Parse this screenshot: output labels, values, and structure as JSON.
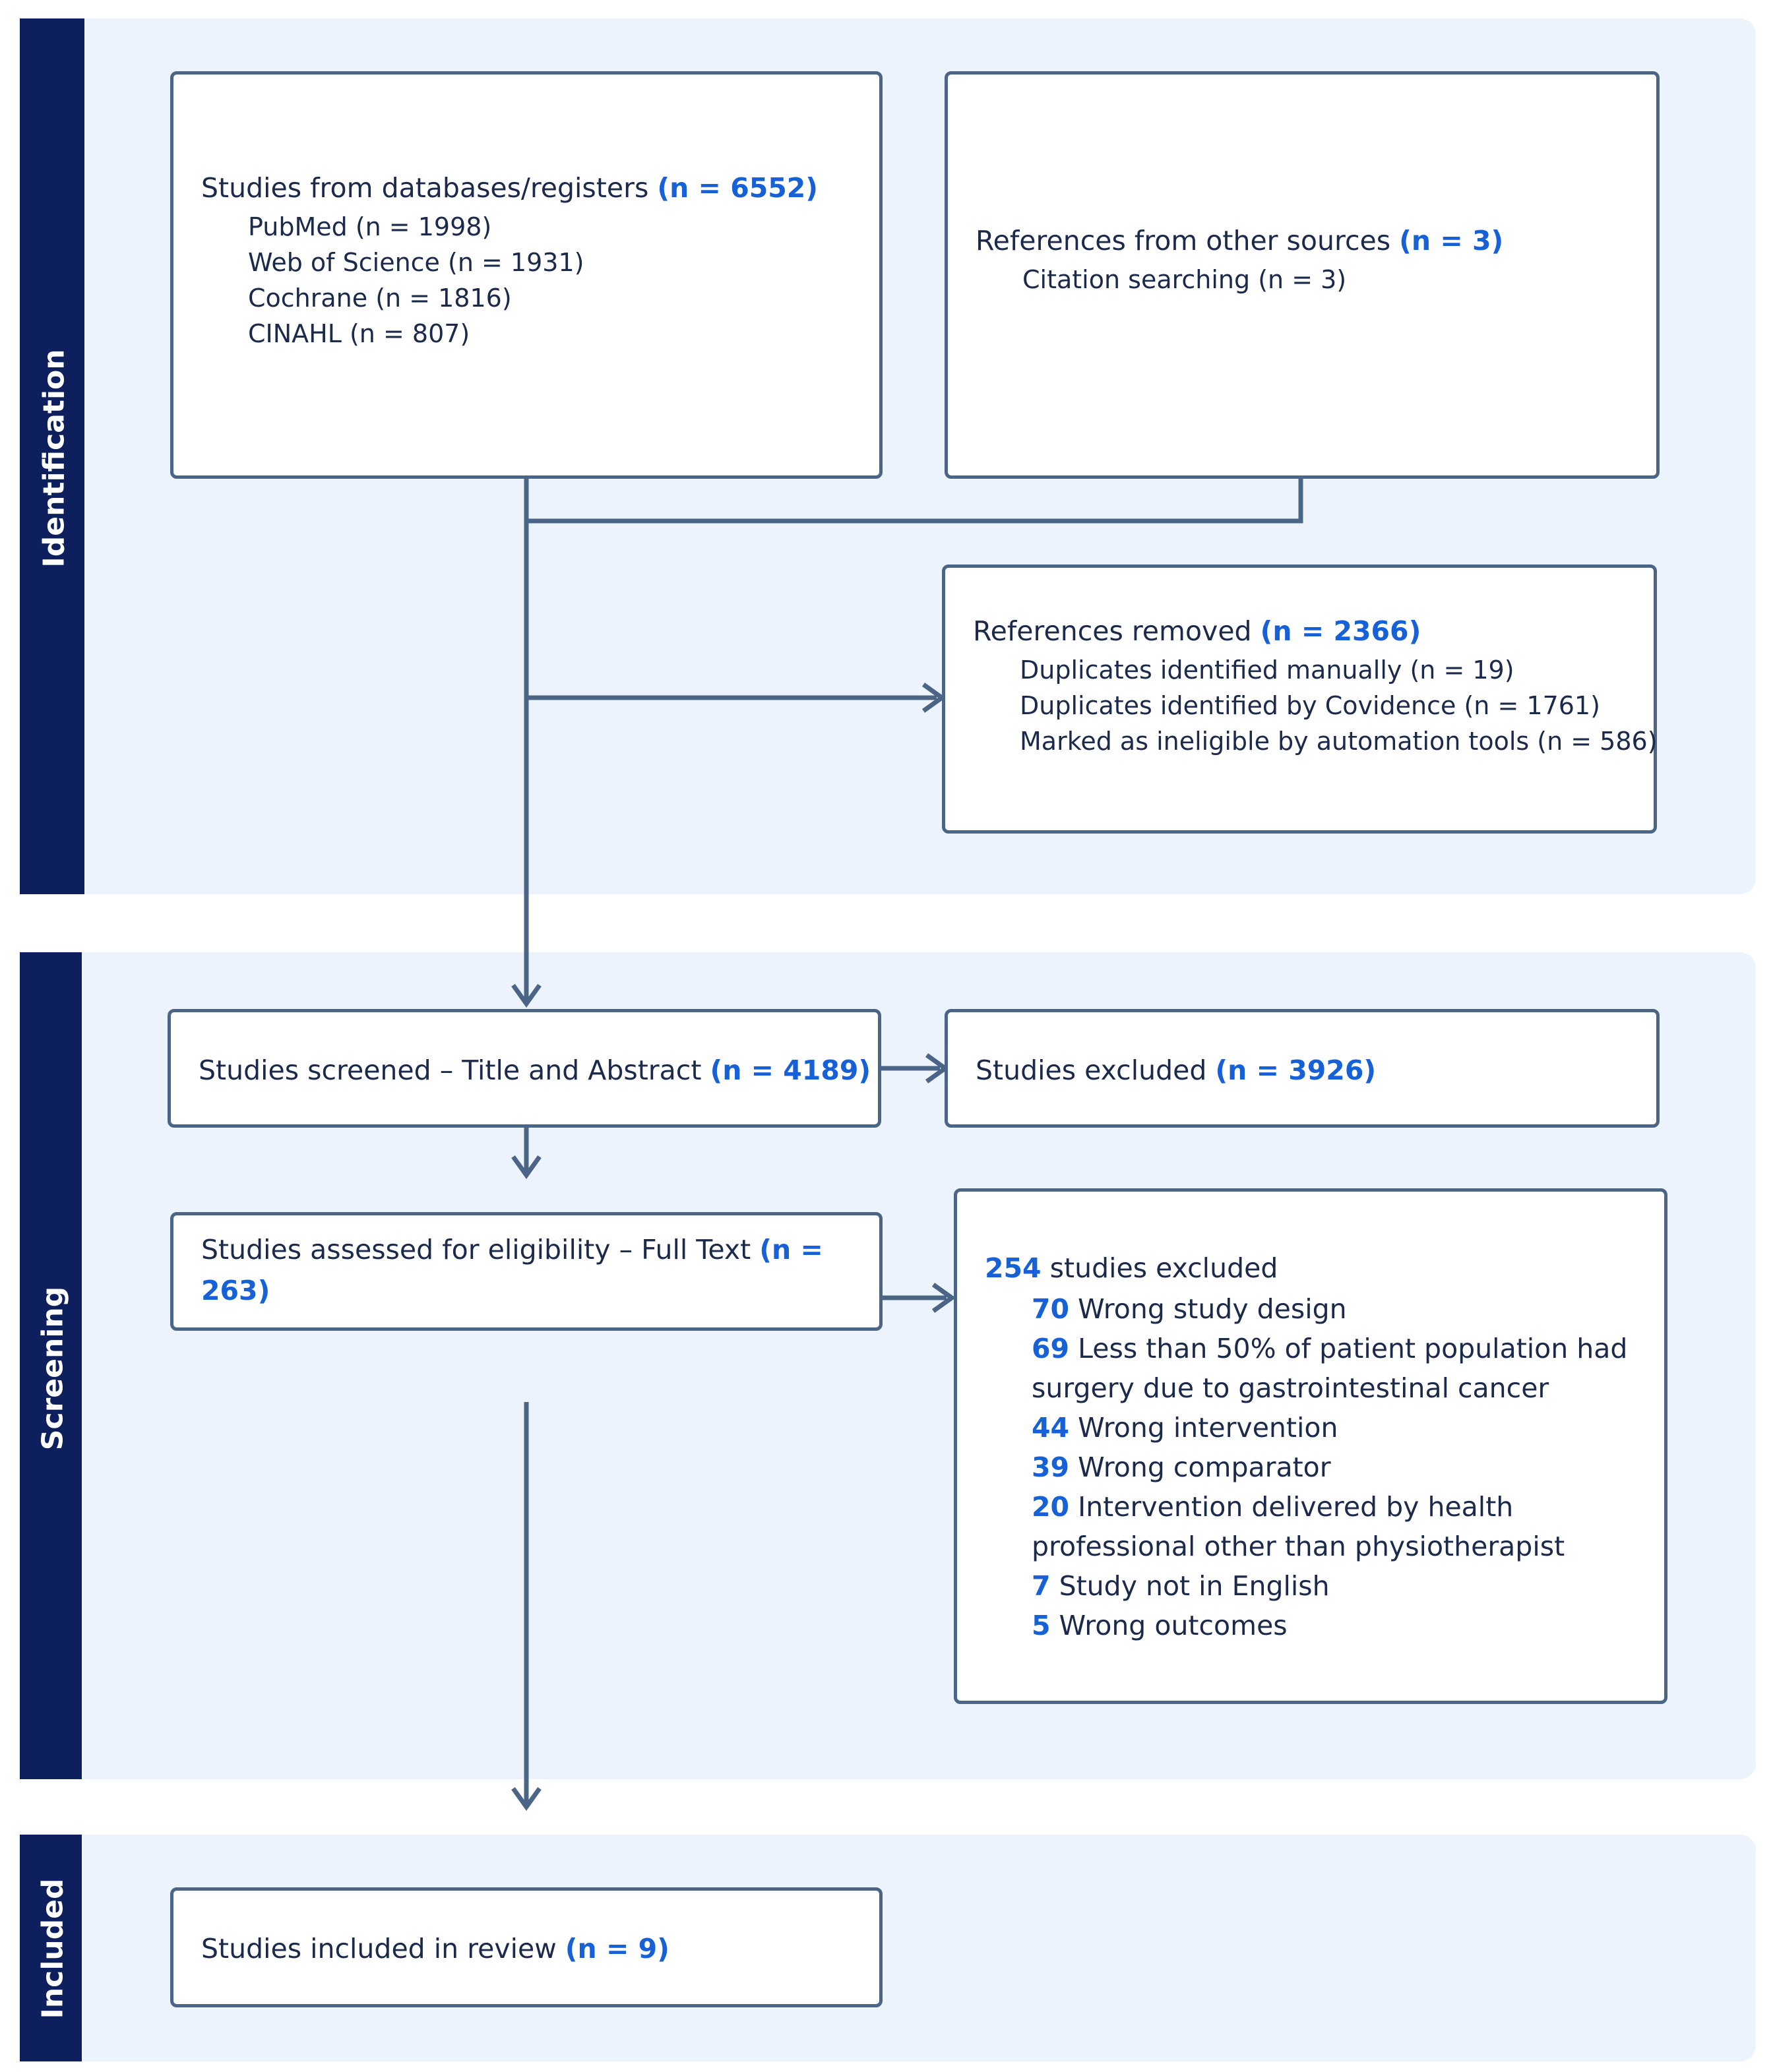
{
  "phases": {
    "identification": "Identification",
    "screening": "Screening",
    "included": "Included"
  },
  "databases": {
    "title": "Studies from databases/registers",
    "count": "(n = 6552)",
    "items": [
      "PubMed (n = 1998)",
      "Web of Science (n = 1931)",
      "Cochrane (n = 1816)",
      "CINAHL (n = 807)"
    ]
  },
  "other_sources": {
    "title": "References from other sources",
    "count": "(n = 3)",
    "items": [
      "Citation searching (n = 3)"
    ]
  },
  "removed": {
    "title": "References removed",
    "count": "(n = 2366)",
    "items": [
      "Duplicates identified manually (n = 19)",
      "Duplicates identified by Covidence (n = 1761)",
      "Marked as ineligible by automation tools (n = 586)"
    ]
  },
  "screened": {
    "title": "Studies screened – Title and Abstract",
    "count": "(n = 4189)"
  },
  "excluded_screen": {
    "title": "Studies excluded",
    "count": "(n = 3926)"
  },
  "eligibility": {
    "line1": "Studies assessed for eligibility – Full Text",
    "count1": "(n =",
    "count2": "263)"
  },
  "fulltext_excluded": {
    "count": "254",
    "title": "studies excluded",
    "reasons": [
      {
        "n": "70",
        "line1": "Wrong study design",
        "line2": ""
      },
      {
        "n": "69",
        "line1": "Less than 50% of patient population had",
        "line2": "surgery due to gastrointestinal cancer"
      },
      {
        "n": "44",
        "line1": "Wrong intervention",
        "line2": ""
      },
      {
        "n": "39",
        "line1": "Wrong comparator",
        "line2": ""
      },
      {
        "n": "20",
        "line1": "Intervention delivered by health",
        "line2": "professional other than physiotherapist"
      },
      {
        "n": "7",
        "line1": "Study not in English",
        "line2": ""
      },
      {
        "n": "5",
        "line1": "Wrong outcomes",
        "line2": ""
      }
    ]
  },
  "included": {
    "title": "Studies included in review",
    "count": "(n = 9)"
  },
  "colors": {
    "sidebar": "#0d1f5c",
    "band": "#edf3fd",
    "count_blue": "#1660d8",
    "connector": "#4a6585"
  }
}
